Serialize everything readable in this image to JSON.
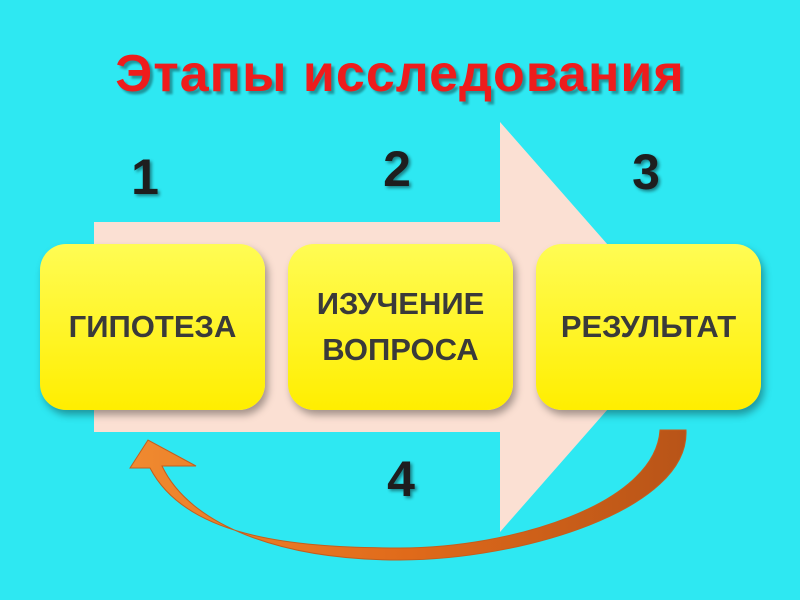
{
  "title": "Этапы исследования",
  "colors": {
    "background": "#2ee8f2",
    "title": "#ee1c1c",
    "big_arrow": "#fbe0d3",
    "stage_fill": "#ffee00",
    "cycle_arrow": "#ef7b22"
  },
  "numbers": {
    "n1": "1",
    "n2": "2",
    "n3": "3",
    "n4": "4"
  },
  "stages": [
    {
      "label": "ГИПОТЕЗА"
    },
    {
      "label": "ИЗУЧЕНИЕ\nВОПРОСА"
    },
    {
      "label": "РЕЗУЛЬТАТ"
    }
  ]
}
